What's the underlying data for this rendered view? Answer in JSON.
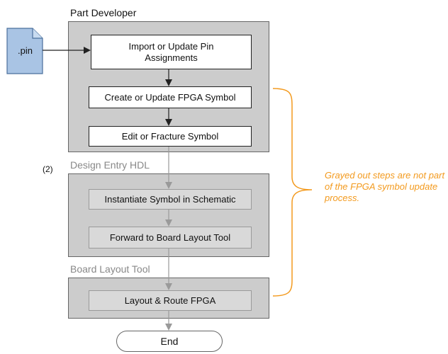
{
  "sections": {
    "part_developer": "Part Developer",
    "design_entry": "Design Entry HDL",
    "board_layout": "Board Layout Tool"
  },
  "steps": {
    "import_pins": "Import or Update Pin Assignments",
    "create_symbol": "Create or Update FPGA Symbol",
    "edit_symbol": "Edit or Fracture Symbol",
    "instantiate_symbol": "Instantiate Symbol in Schematic",
    "forward_layout": "Forward to Board Layout Tool",
    "layout_route": "Layout & Route FPGA",
    "end": "End"
  },
  "file_label": ".pin",
  "footnote": "(2)",
  "annotation": "Grayed out steps are not part of the FPGA symbol update process.",
  "colors": {
    "panel": "#cccccc",
    "dim_step": "#d9d9d9",
    "file": "#a9c4e4",
    "accent": "#f39a1e",
    "dim_text": "#888888"
  }
}
